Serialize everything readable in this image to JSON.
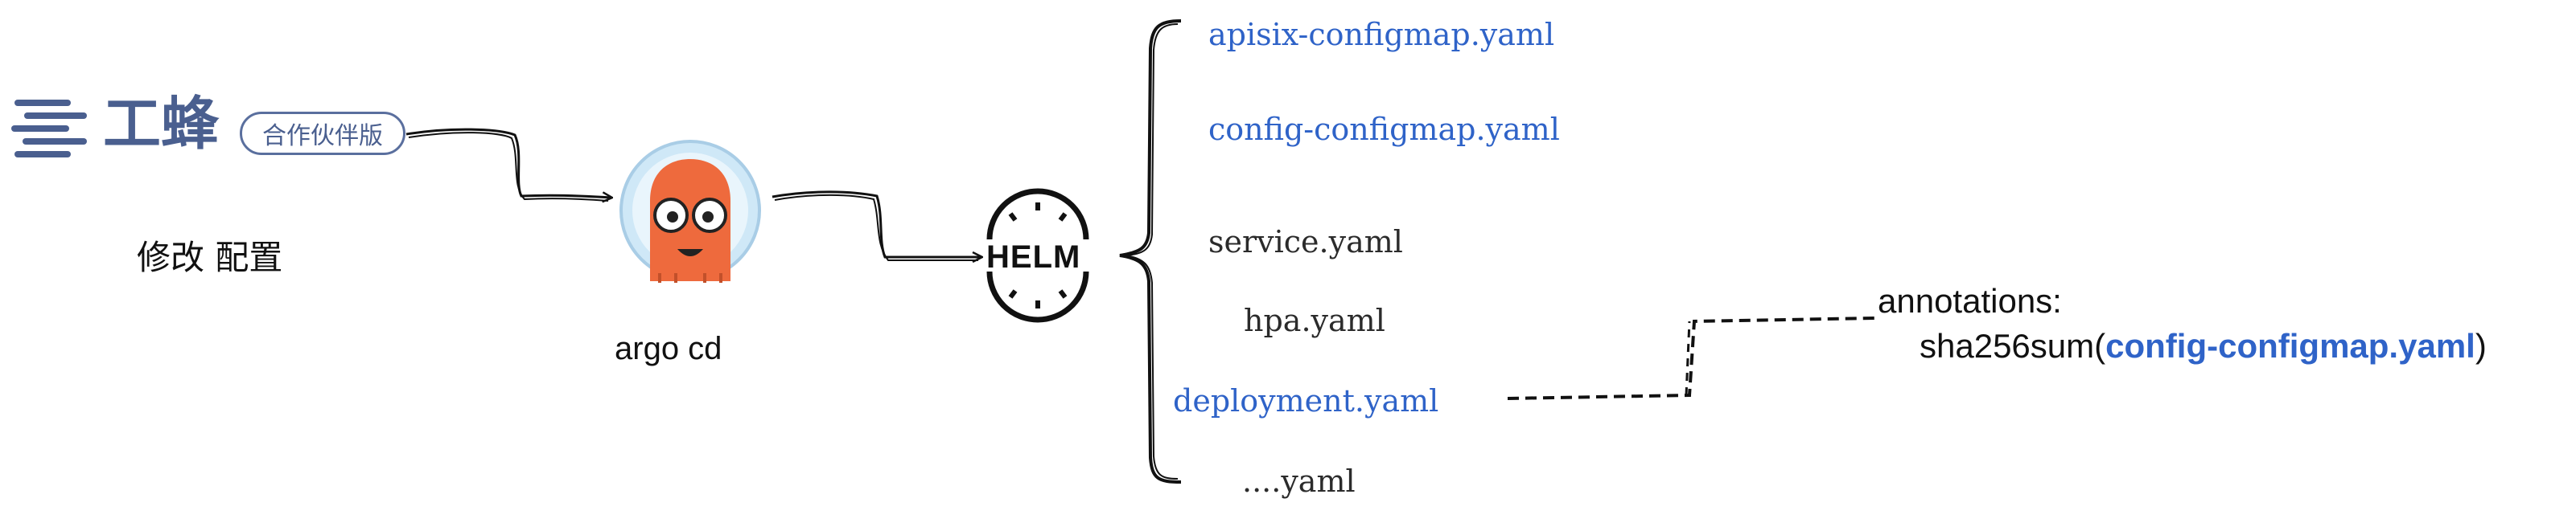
{
  "logo": {
    "brand": "工蜂",
    "badge": "合作伙伴版"
  },
  "labels": {
    "modify_config": "修改 配置",
    "argo": "argo cd",
    "helm": "HELM"
  },
  "files": [
    {
      "name": "apisix-configmap.yaml",
      "highlight": true
    },
    {
      "name": "config-configmap.yaml",
      "highlight": true
    },
    {
      "name": "service.yaml",
      "highlight": false
    },
    {
      "name": "hpa.yaml",
      "highlight": false
    },
    {
      "name": "deployment.yaml",
      "highlight": true
    },
    {
      "name": "....yaml",
      "highlight": false
    }
  ],
  "annotation": {
    "title": "annotations:",
    "func_open": "sha256sum(",
    "func_arg": "config-configmap.yaml",
    "func_close": ")"
  },
  "colors": {
    "highlight": "#2f63c8",
    "logo": "#4a5f8f",
    "argo_orange": "#ee6a3d",
    "argo_helmet": "#cfe8f7",
    "text": "#2b2b2b"
  }
}
